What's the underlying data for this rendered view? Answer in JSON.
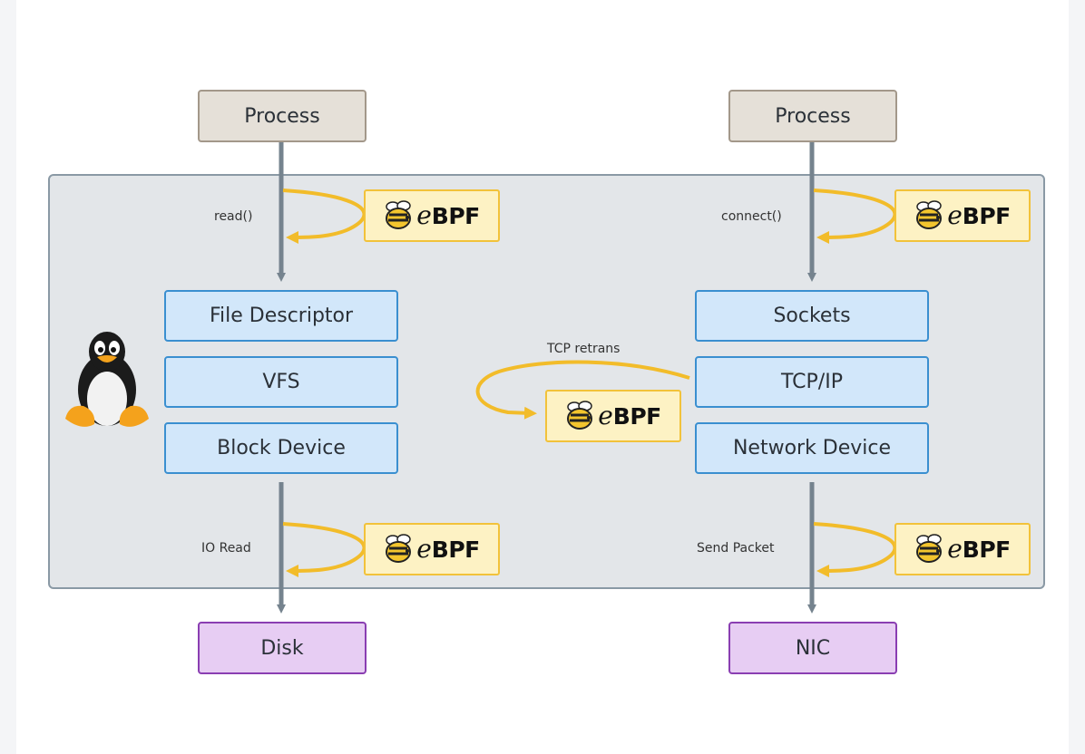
{
  "left_stack": {
    "process": "Process",
    "layers": [
      "File Descriptor",
      "VFS",
      "Block Device"
    ],
    "target": "Disk",
    "labels": {
      "top": "read()",
      "bottom": "IO Read"
    }
  },
  "right_stack": {
    "process": "Process",
    "layers": [
      "Sockets",
      "TCP/IP",
      "Network Device"
    ],
    "target": "NIC",
    "labels": {
      "top": "connect()",
      "bottom": "Send Packet"
    }
  },
  "middle": {
    "label": "TCP retrans"
  },
  "ebpf_badge": {
    "prefix": "e",
    "suffix": "BPF"
  },
  "colors": {
    "process_fill": "#e5e0d8",
    "layer_fill": "#d2e7fa",
    "layer_border": "#3a8fd0",
    "target_fill": "#e7cdf3",
    "target_border": "#8a3eb2",
    "ebpf_fill": "#fdf2c4",
    "ebpf_border": "#f2c23a",
    "arrow_gray": "#75838e",
    "hook_yellow": "#f2bc2a",
    "kernel_fill": "#e3e6e9"
  },
  "icons": [
    "linux-penguin-icon",
    "ebpf-bee-icon"
  ]
}
